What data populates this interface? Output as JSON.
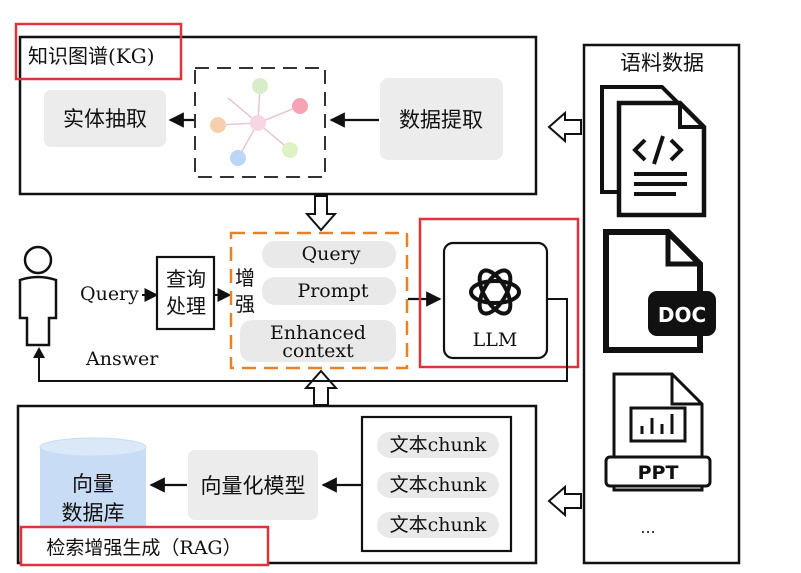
{
  "kg": {
    "title": "知识图谱(KG)",
    "entity_extract": "实体抽取",
    "data_extract": "数据提取"
  },
  "corpus": {
    "title": "语料数据",
    "doc_label": "DOC",
    "ppt_label": "PPT",
    "more": "..."
  },
  "flow": {
    "query": "Query",
    "answer": "Answer",
    "query_proc_1": "查询",
    "query_proc_2": "处理",
    "augment_1": "增",
    "augment_2": "强",
    "aug_query": "Query",
    "aug_prompt": "Prompt",
    "aug_ctx_1": "Enhanced",
    "aug_ctx_2": "context",
    "llm": "LLM"
  },
  "rag": {
    "title": "检索增强生成（RAG）",
    "vector_db_1": "向量",
    "vector_db_2": "数据库",
    "vector_model": "向量化模型",
    "chunks": [
      "文本chunk",
      "文本chunk",
      "文本chunk"
    ]
  },
  "colors": {
    "highlight_red": "#e0323c",
    "augment_orange": "#e8822a",
    "pill_gray": "#e9e9e9",
    "db_blue": "#c9dcf5"
  }
}
